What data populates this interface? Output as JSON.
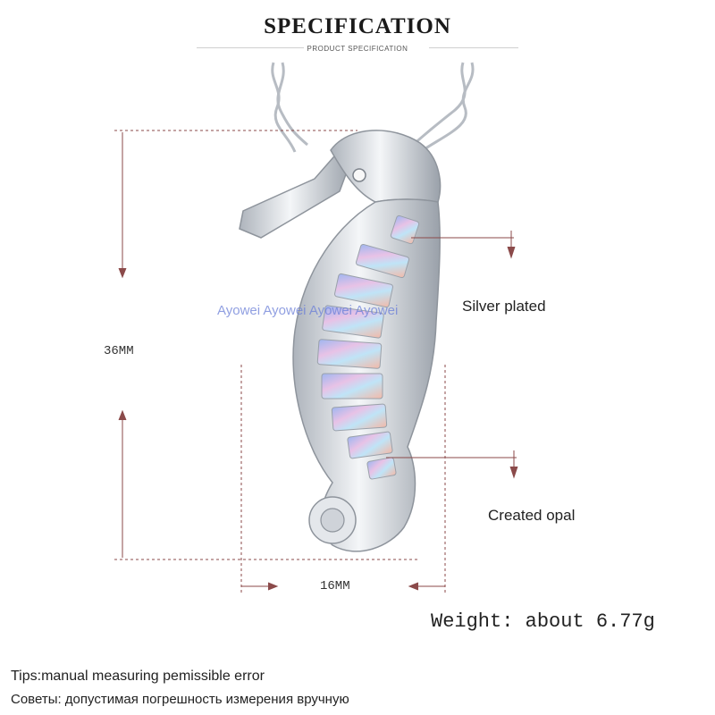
{
  "header": {
    "title": "SPECIFICATION",
    "subtitle": "PRODUCT SPECIFICATION"
  },
  "dimensions": {
    "height_label": "36MM",
    "width_label": "16MM"
  },
  "callouts": {
    "material": "Silver plated",
    "stone": "Created opal"
  },
  "watermark": "Ayowei Ayowei Ayowei Ayowei",
  "weight": "Weight: about 6.77g",
  "tips": {
    "english": "Tips:manual measuring pemissible error",
    "russian": "Советы: допустимая погрешность измерения вручную"
  },
  "colors": {
    "dimension_line": "#8b4a4a",
    "metal": "#d9dde3",
    "opal": "#b9c8ee"
  },
  "product_image": "seahorse-pendant-icon"
}
